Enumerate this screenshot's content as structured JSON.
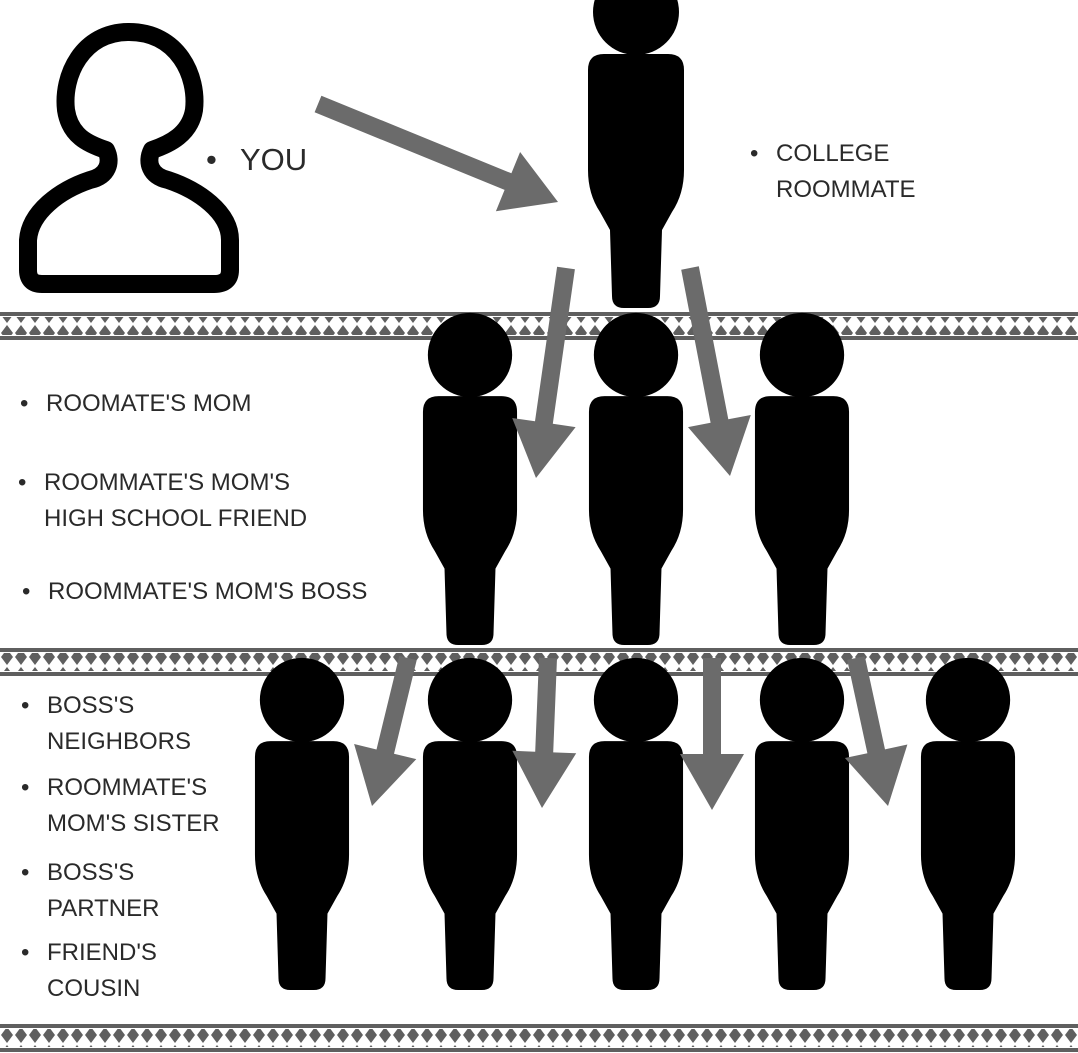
{
  "bullet": "•",
  "colors": {
    "figure": "#000000",
    "arrow": "#6b6b6b",
    "band": "#5f5f5f",
    "text": "#2a2a2a"
  },
  "icons": {
    "you": "person-outline-icon",
    "person": "person-silhouette-icon",
    "arrow": "arrow-icon",
    "band": "diamond-band-divider"
  },
  "levels": {
    "you": {
      "label": "YOU"
    },
    "first": {
      "labels": [
        "COLLEGE",
        "ROOMMATE"
      ]
    },
    "second": {
      "items": [
        {
          "lines": [
            "ROOMATE'S MOM"
          ]
        },
        {
          "lines": [
            "ROOMMATE'S MOM'S",
            "HIGH SCHOOL FRIEND"
          ]
        },
        {
          "lines": [
            "ROOMMATE'S MOM'S BOSS"
          ]
        }
      ]
    },
    "third": {
      "items": [
        {
          "lines": [
            "BOSS'S",
            "NEIGHBORS"
          ]
        },
        {
          "lines": [
            "ROOMMATE'S",
            "MOM'S SISTER"
          ]
        },
        {
          "lines": [
            "BOSS'S",
            "PARTNER"
          ]
        },
        {
          "lines": [
            "FRIEND'S",
            "COUSIN"
          ]
        }
      ]
    }
  }
}
